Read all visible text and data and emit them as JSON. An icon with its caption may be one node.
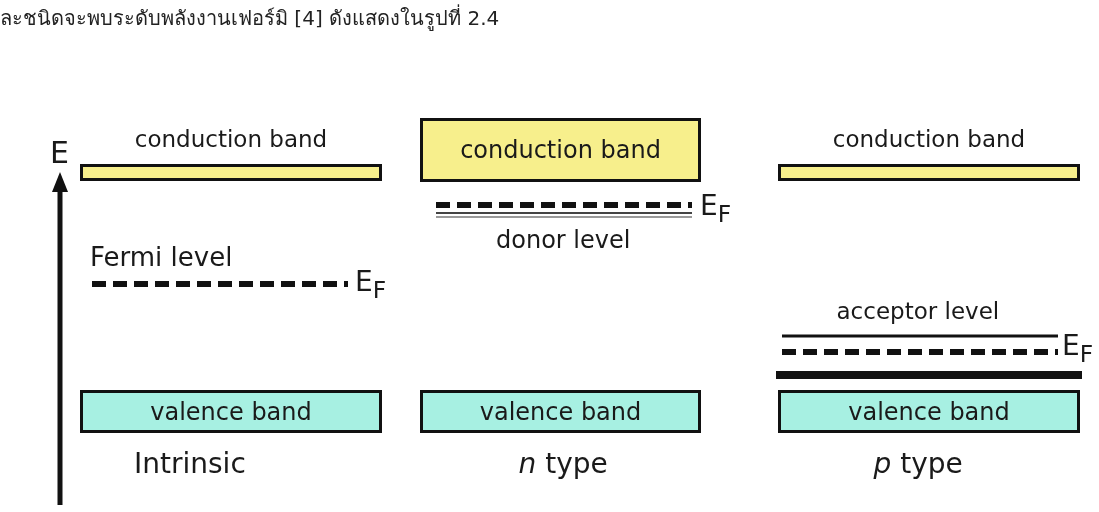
{
  "diagram": {
    "nodes": [
      {
        "text": [
          "conduction band"
        ]
      },
      {
        "text": [
          "conduction band"
        ]
      },
      {
        "text": [
          "conduction band"
        ]
      },
      {
        "text": [
          "valence band"
        ]
      },
      {
        "text": [
          "valence band"
        ]
      },
      {
        "text": [
          "valence band"
        ]
      }
    ],
    "labels": [
      "ละชนิดจะพบระดับพลังงานเฟอร์มิ [4] ดังแสดงในรูปที่ 2.4",
      "E",
      "E$_{F}$",
      "donor level",
      "Fermi level",
      "E$_{F}$",
      "acceptor level",
      "E$_{F}$",
      "Intrinsic",
      "*n* type",
      "*p* type"
    ]
  }
}
